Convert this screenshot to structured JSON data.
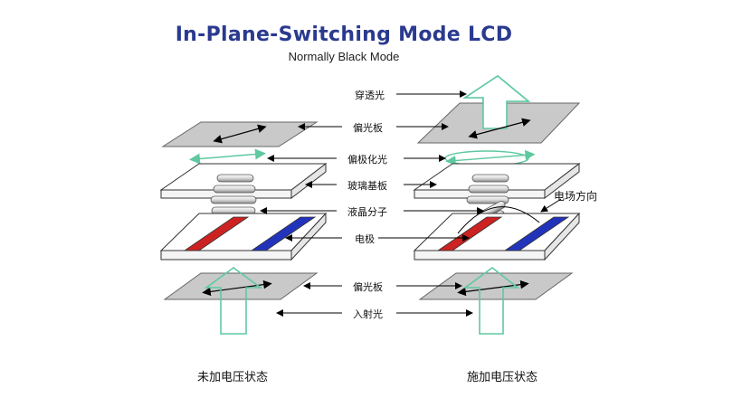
{
  "title": "In-Plane-Switching Mode LCD",
  "subtitle": "Normally Black Mode",
  "labels": {
    "transmitted_light": "穿透光",
    "polarizer_top": "偏光板",
    "polarized_light": "偏极化光",
    "glass_substrate": "玻璃基板",
    "liquid_crystal": "液晶分子",
    "electrode": "电极",
    "polarizer_bottom": "偏光板",
    "incident_light": "入射光",
    "field_direction": "电场方向"
  },
  "captions": {
    "no_voltage": "未加电压状态",
    "voltage_applied": "施加电压状态"
  },
  "colors": {
    "title": "#2a3a8f",
    "polarizer": "#c9c9c9",
    "light_arrow": "#5ec9a0",
    "electrode_red": "#cc2222",
    "electrode_blue": "#2233bb"
  }
}
